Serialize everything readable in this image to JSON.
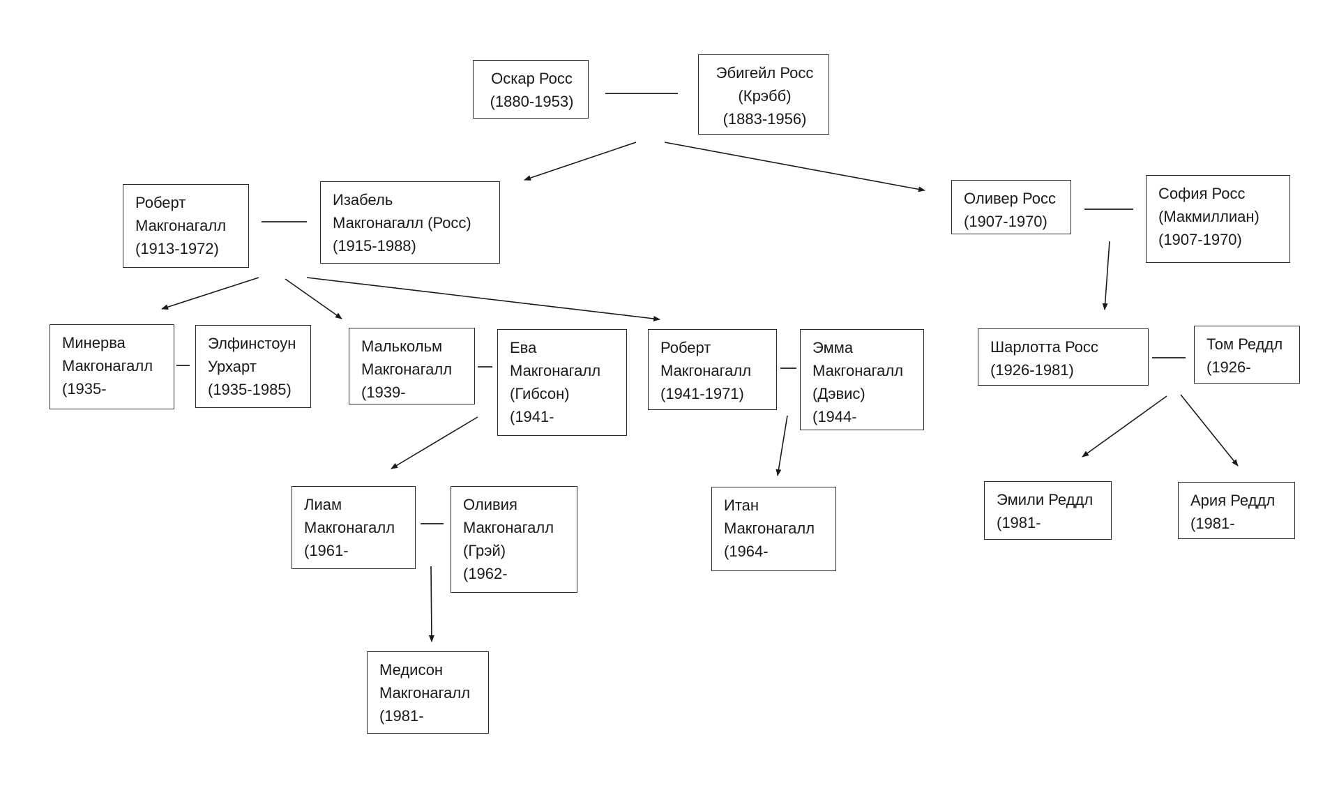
{
  "diagram": {
    "type": "family-tree",
    "line_color": "#1a1a1a",
    "people": [
      {
        "id": "oskar",
        "lines": [
          "Оскар Росс",
          "(1880-1953)"
        ]
      },
      {
        "id": "abigail",
        "lines": [
          "Эбигейл Росс",
          "(Крэбб)",
          "(1883-1956)"
        ]
      },
      {
        "id": "robert-sr",
        "lines": [
          "Роберт",
          "Макгонагалл",
          "(1913-1972)"
        ]
      },
      {
        "id": "isabel",
        "lines": [
          "Изабель",
          "Макгонагалл (Росс)",
          "(1915-1988)"
        ]
      },
      {
        "id": "oliver",
        "lines": [
          "Оливер Росс",
          "(1907-1970)"
        ]
      },
      {
        "id": "sofia",
        "lines": [
          "София Росс",
          "(Макмиллиан)",
          "(1907-1970)"
        ]
      },
      {
        "id": "minerva",
        "lines": [
          "Минерва",
          "Макгонагалл",
          "(1935-"
        ]
      },
      {
        "id": "elphinstone",
        "lines": [
          "Элфинстоун",
          "Урхарт",
          "(1935-1985)"
        ]
      },
      {
        "id": "malcolm",
        "lines": [
          "Малькольм",
          "Макгонагалл",
          "(1939-"
        ]
      },
      {
        "id": "eva",
        "lines": [
          "Ева",
          "Макгонагалл",
          "(Гибсон)",
          "(1941-"
        ]
      },
      {
        "id": "robert-jr",
        "lines": [
          "Роберт",
          "Макгонагалл",
          "(1941-1971)"
        ]
      },
      {
        "id": "emma",
        "lines": [
          "Эмма",
          "Макгонагалл",
          "(Дэвис)",
          "(1944-"
        ]
      },
      {
        "id": "charlotte",
        "lines": [
          "Шарлотта Росс",
          "(1926-1981)"
        ]
      },
      {
        "id": "tom",
        "lines": [
          "Том Реддл",
          "(1926-"
        ]
      },
      {
        "id": "liam",
        "lines": [
          "Лиам",
          "Макгонагалл",
          "(1961-"
        ]
      },
      {
        "id": "olivia",
        "lines": [
          "Оливия",
          "Макгонагалл",
          "(Грэй)",
          "(1962-"
        ]
      },
      {
        "id": "ethan",
        "lines": [
          "Итан",
          "Макгонагалл",
          "(1964-"
        ]
      },
      {
        "id": "emily",
        "lines": [
          "Эмили Реддл",
          "(1981-"
        ]
      },
      {
        "id": "aria",
        "lines": [
          "Ария Реддл",
          "(1981-"
        ]
      },
      {
        "id": "madison",
        "lines": [
          "Медисон",
          "Макгонагалл",
          "(1981-"
        ]
      }
    ],
    "marriages": [
      {
        "id": "oskar-abigail",
        "between": [
          "oskar",
          "abigail"
        ]
      },
      {
        "id": "robert-isabel",
        "between": [
          "robert-sr",
          "isabel"
        ]
      },
      {
        "id": "oliver-sofia",
        "between": [
          "oliver",
          "sofia"
        ]
      },
      {
        "id": "minerva-elphinstone",
        "between": [
          "minerva",
          "elphinstone"
        ]
      },
      {
        "id": "malcolm-eva",
        "between": [
          "malcolm",
          "eva"
        ]
      },
      {
        "id": "robert-emma",
        "between": [
          "robert-jr",
          "emma"
        ]
      },
      {
        "id": "charlotte-tom",
        "between": [
          "charlotte",
          "tom"
        ]
      },
      {
        "id": "liam-olivia",
        "between": [
          "liam",
          "olivia"
        ]
      }
    ],
    "descent": [
      {
        "from": "oskar-abigail",
        "to": "isabel"
      },
      {
        "from": "oskar-abigail",
        "to": "oliver"
      },
      {
        "from": "robert-isabel",
        "to": "minerva"
      },
      {
        "from": "robert-isabel",
        "to": "malcolm"
      },
      {
        "from": "robert-isabel",
        "to": "robert-jr"
      },
      {
        "from": "oliver-sofia",
        "to": "charlotte"
      },
      {
        "from": "malcolm-eva",
        "to": "liam"
      },
      {
        "from": "robert-emma",
        "to": "ethan"
      },
      {
        "from": "charlotte-tom",
        "to": "emily"
      },
      {
        "from": "charlotte-tom",
        "to": "aria"
      },
      {
        "from": "liam-olivia",
        "to": "madison"
      }
    ]
  }
}
